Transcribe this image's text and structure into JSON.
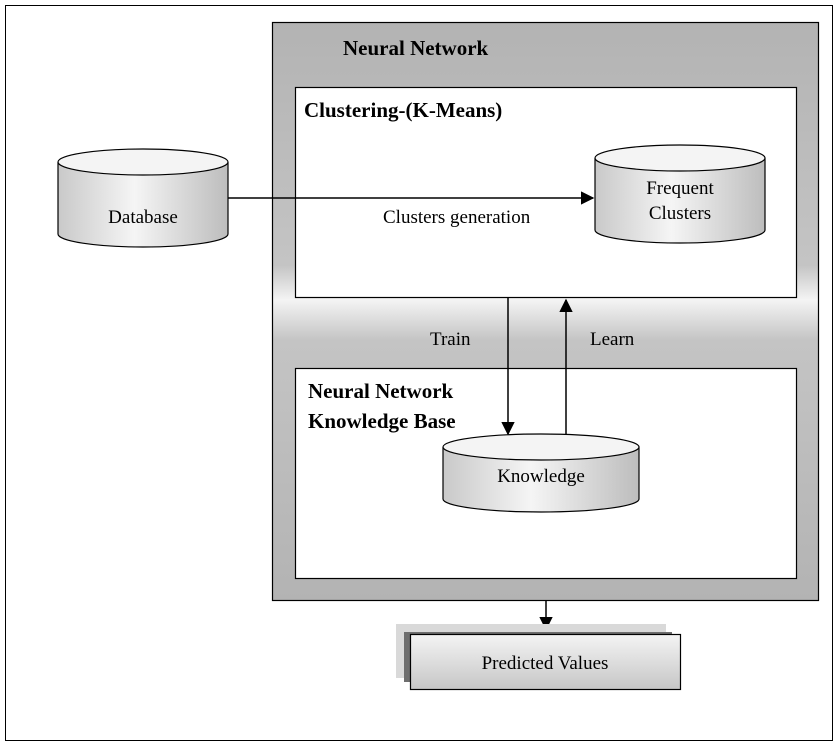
{
  "diagram": {
    "outer_container": {
      "title": "Neural Network"
    },
    "clustering_box": {
      "title": "Clustering-(K-Means)"
    },
    "knowledge_box": {
      "title_line1": "Neural Network",
      "title_line2": "Knowledge Base"
    },
    "cylinders": {
      "database": "Database",
      "frequent_clusters_line1": "Frequent",
      "frequent_clusters_line2": "Clusters",
      "knowledge": "Knowledge"
    },
    "edges": {
      "clusters_generation": "Clusters generation",
      "train": "Train",
      "learn": "Learn"
    },
    "output": {
      "predicted_values": "Predicted Values"
    },
    "colors": {
      "container_gray": "#b5b5b5",
      "cylinder_light": "#f2f2f2",
      "cylinder_dark": "#c8c8c8",
      "shadow_dark": "#6e6e6e",
      "shadow_light": "#d9d9d9"
    }
  }
}
